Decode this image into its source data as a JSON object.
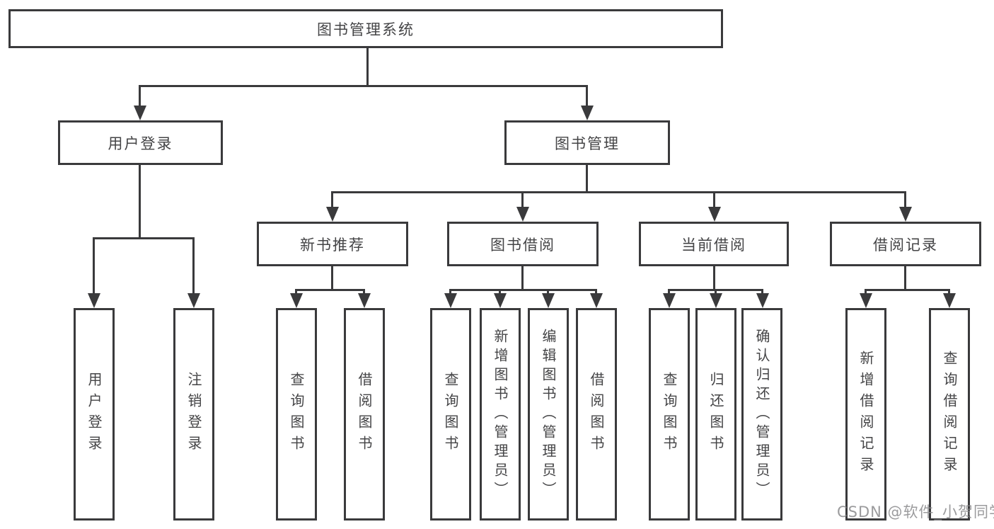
{
  "diagram_title": "图书管理系统",
  "nodes": {
    "root": "图书管理系统",
    "level2": [
      "用户登录",
      "图书管理"
    ],
    "level3": [
      "新书推荐",
      "图书借阅",
      "当前借阅",
      "借阅记录"
    ],
    "leaves": {
      "user_login": [
        "用户登录",
        "注销登录"
      ],
      "new_book": [
        "查询图书",
        "借阅图书"
      ],
      "book_borrow": [
        "查询图书",
        "新增图书（管理员）",
        "编辑图书（管理员）",
        "借阅图书"
      ],
      "current_borrow": [
        "查询图书",
        "归还图书",
        "确认归还（管理员）"
      ],
      "borrow_record": [
        "新增借阅记录",
        "查询借阅记录"
      ]
    }
  },
  "watermark": "CSDN @软件_小贺同学",
  "colors": {
    "line": "#3a3a3c",
    "text": "#444446",
    "background": "#ffffff",
    "watermark": "#8a8a8c"
  }
}
